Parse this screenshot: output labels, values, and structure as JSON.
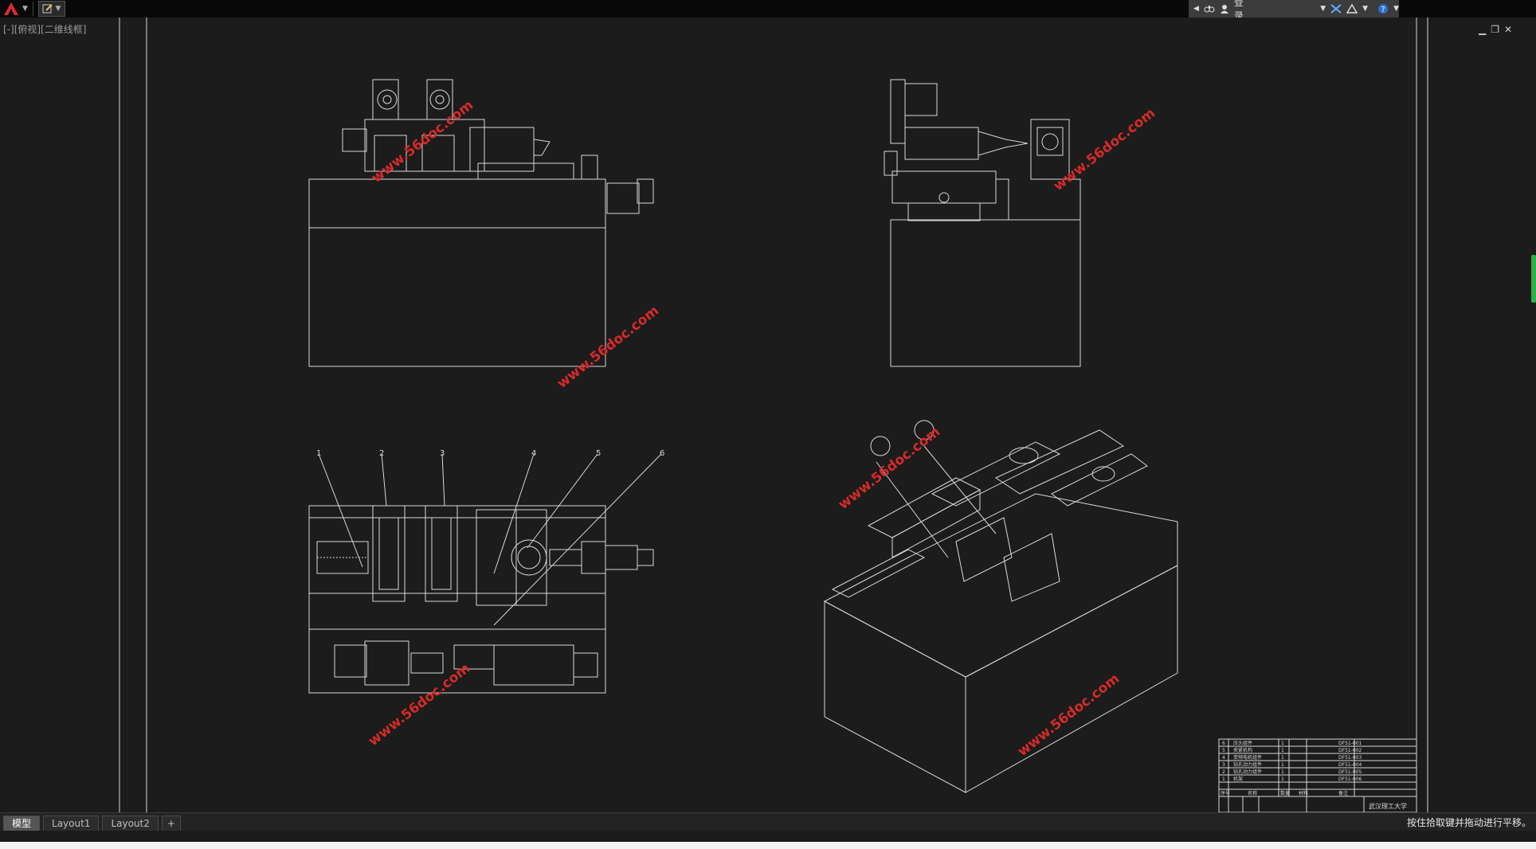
{
  "app": {
    "name": "AutoCAD"
  },
  "quick_access": {
    "save_label": "▾"
  },
  "info_center": {
    "login_label": "登录"
  },
  "viewport": {
    "label": "[-][俯视][二维线框]"
  },
  "drawing": {
    "watermark": "www.56doc.com",
    "balloons": [
      "1",
      "2",
      "3",
      "4",
      "5",
      "6"
    ],
    "title_block": {
      "rows": [
        {
          "no": "6",
          "name": "压头组件",
          "qty": "1",
          "code": "DF51-001"
        },
        {
          "no": "5",
          "name": "夹紧机构",
          "qty": "1",
          "code": "DF51-002"
        },
        {
          "no": "4",
          "name": "变频电机组件",
          "qty": "1",
          "code": "DF51-003"
        },
        {
          "no": "3",
          "name": "钻孔动力组件",
          "qty": "1",
          "code": "DF51-004"
        },
        {
          "no": "2",
          "name": "钻孔动力组件",
          "qty": "1",
          "code": "DF51-005"
        },
        {
          "no": "1",
          "name": "机架",
          "qty": "1",
          "code": "DF51-006"
        }
      ],
      "header": [
        "序号",
        "名称",
        "数量",
        "材料",
        "备注"
      ],
      "school": "武汉理工大学"
    }
  },
  "layout_tabs": {
    "items": [
      {
        "label": "模型",
        "active": true
      },
      {
        "label": "Layout1",
        "active": false
      },
      {
        "label": "Layout2",
        "active": false
      }
    ],
    "add_label": "+"
  },
  "status": {
    "prompt": "按住拾取键并拖动进行平移。"
  },
  "colors": {
    "accent": "#d92a2a",
    "line": "#d8d8d8",
    "background": "#1c1c1c"
  }
}
